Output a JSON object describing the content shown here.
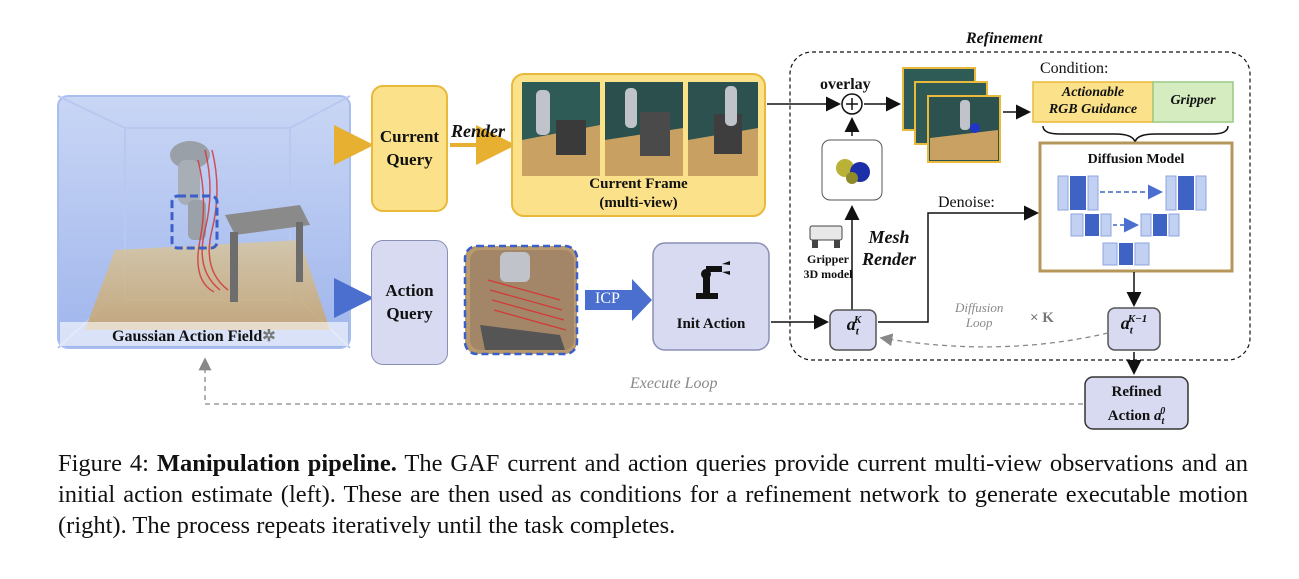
{
  "figure": {
    "gaf_label": "Gaussian Action Field",
    "current_query": "Current Query",
    "render_label": "Render",
    "current_frame_title": "Current Frame",
    "current_frame_sub": "(multi-view)",
    "action_query": "Action Query",
    "icp_label": "ICP",
    "init_action": "Init Action",
    "refinement_title": "Refinement",
    "overlay_label": "overlay",
    "condition_label": "Condition:",
    "cond_rgb_line1": "Actionable",
    "cond_rgb_line2": "RGB Guidance",
    "cond_gripper": "Gripper",
    "diffusion_model": "Diffusion Model",
    "denoise_label": "Denoise:",
    "gripper_model_line1": "Gripper",
    "gripper_model_line2": "3D model",
    "mesh_render_line1": "Mesh",
    "mesh_render_line2": "Render",
    "diffusion_loop_line1": "Diffusion",
    "diffusion_loop_line2": "Loop",
    "times_k": "× K",
    "execute_loop": "Execute Loop",
    "refined_line1": "Refined",
    "refined_line2": "Action"
  },
  "caption": {
    "prefix": "Figure 4:",
    "bold": "Manipulation pipeline.",
    "text": "The GAF current and action queries provide current multi-view observations and an initial action estimate (left). These are then used as conditions for a refinement network to generate executable motion (right). The process repeats iteratively until the task completes."
  },
  "colors": {
    "yellow_fill": "#fbe28a",
    "yellow_border": "#e8b93a",
    "lavender_fill": "#d7daf0",
    "blue_arrow": "#5b7fd6",
    "diffusion_border": "#b5975a"
  }
}
